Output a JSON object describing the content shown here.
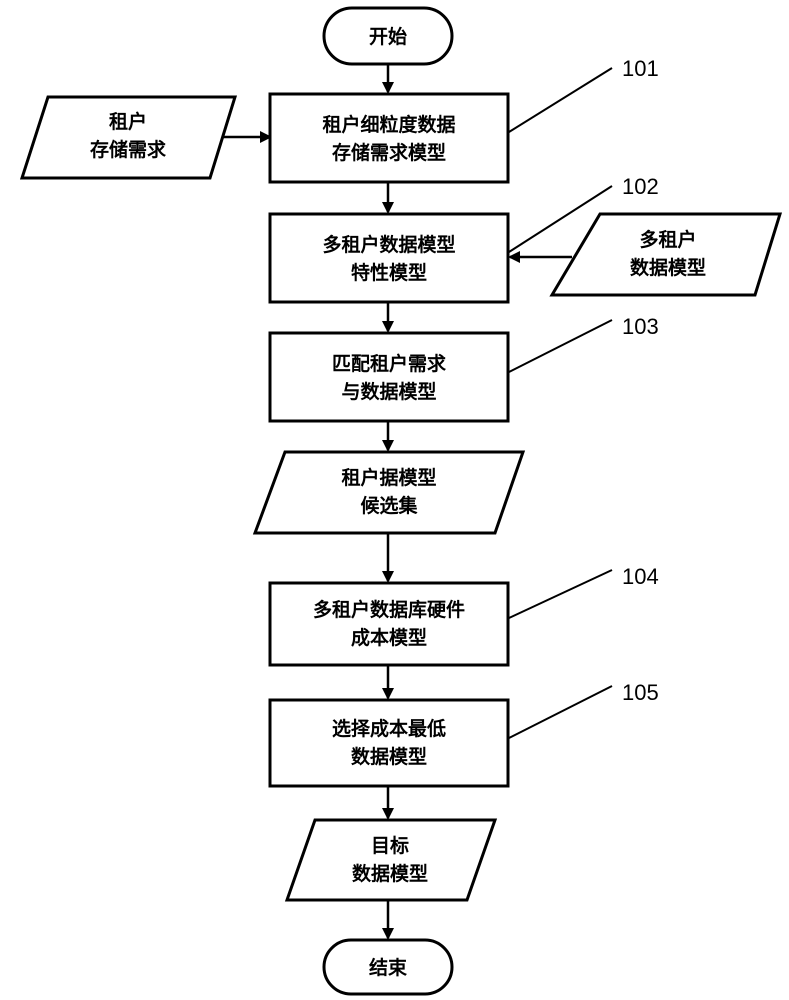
{
  "terminals": {
    "start": "开始",
    "end": "结束"
  },
  "inputs": {
    "tenant_requirement": [
      "租户",
      "存储需求"
    ],
    "multi_tenant_data_model": [
      "多租户",
      "数据模型"
    ]
  },
  "steps": [
    {
      "ref": "101",
      "lines": [
        "租户细粒度数据",
        "存储需求模型"
      ]
    },
    {
      "ref": "102",
      "lines": [
        "多租户数据模型",
        "特性模型"
      ]
    },
    {
      "ref": "103",
      "lines": [
        "匹配租户需求",
        "与数据模型"
      ]
    },
    {
      "ref": "104",
      "lines": [
        "多租户数据库硬件",
        "成本模型"
      ]
    },
    {
      "ref": "105",
      "lines": [
        "选择成本最低",
        "数据模型"
      ]
    }
  ],
  "outputs": {
    "candidate_set": [
      "租户据模型",
      "候选集"
    ],
    "target_model": [
      "目标",
      "数据模型"
    ]
  },
  "colors": {
    "stroke": "#000000",
    "fill": "#ffffff"
  }
}
